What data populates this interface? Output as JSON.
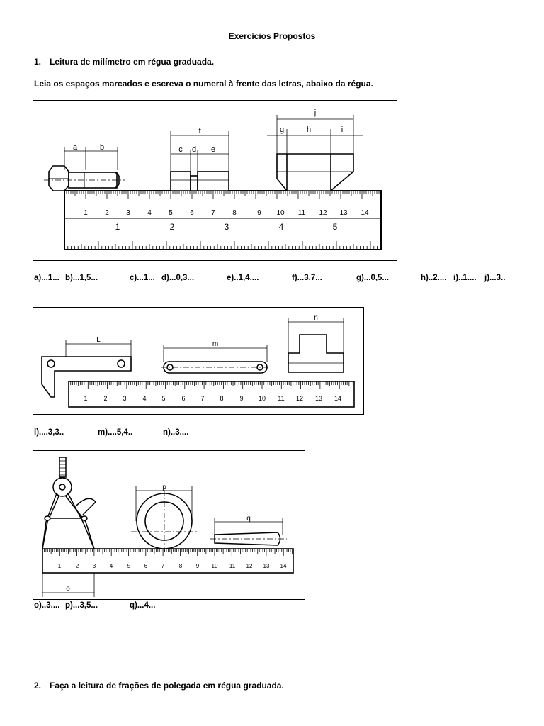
{
  "title": "Exercícios Propostos",
  "q1": {
    "number": "1.",
    "heading": "Leitura de milímetro em régua graduada.",
    "instruction": "Leia os espaços marcados e escreva o numeral à frente das letras, abaixo da régua."
  },
  "fig1": {
    "labels": [
      "a",
      "b",
      "c",
      "d",
      "e",
      "f",
      "g",
      "h",
      "i",
      "j"
    ],
    "mm_ticks": [
      "1",
      "2",
      "3",
      "4",
      "5",
      "6",
      "7",
      "8",
      "9",
      "10",
      "11",
      "12",
      "13",
      "14"
    ],
    "inch_ticks": [
      "1",
      "2",
      "3",
      "4",
      "5"
    ]
  },
  "answers1": [
    {
      "letter": "a)",
      "value": "...1..."
    },
    {
      "letter": "b)",
      "value": "...1,5..."
    },
    {
      "letter": "c)",
      "value": "...1..."
    },
    {
      "letter": "d)",
      "value": "...0,3..."
    },
    {
      "letter": "e)",
      "value": "..1,4...."
    },
    {
      "letter": "f)",
      "value": "...3,7..."
    },
    {
      "letter": "g)",
      "value": "...0,5..."
    },
    {
      "letter": "h)",
      "value": "..2...."
    },
    {
      "letter": "i)",
      "value": "..1...."
    },
    {
      "letter": "j)",
      "value": "...3.."
    }
  ],
  "fig2": {
    "labels": [
      "L",
      "m",
      "n"
    ],
    "mm_ticks": [
      "1",
      "2",
      "3",
      "4",
      "5",
      "6",
      "7",
      "8",
      "9",
      "10",
      "11",
      "12",
      "13",
      "14"
    ]
  },
  "answers2": [
    {
      "letter": "l)",
      "value": "....3,3.."
    },
    {
      "letter": "m)",
      "value": "....5,4.."
    },
    {
      "letter": "n)",
      "value": "..3...."
    }
  ],
  "fig3": {
    "labels": [
      "p",
      "q",
      "o"
    ],
    "mm_ticks": [
      "1",
      "2",
      "3",
      "4",
      "5",
      "6",
      "7",
      "8",
      "9",
      "10",
      "11",
      "12",
      "13",
      "14"
    ]
  },
  "answers3": [
    {
      "letter": "o)",
      "value": "..3...."
    },
    {
      "letter": "p)",
      "value": "...3,5..."
    },
    {
      "letter": "q)",
      "value": "...4..."
    }
  ],
  "q2": {
    "number": "2.",
    "heading": "Faça a leitura de frações de polegada em régua graduada."
  }
}
